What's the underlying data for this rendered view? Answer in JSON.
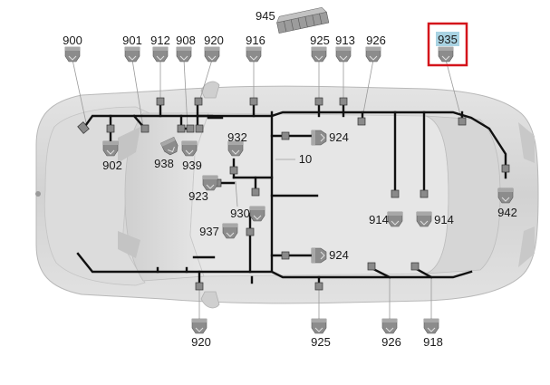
{
  "diagram": {
    "highlight_color": "#d4141b",
    "highlight_fill": "#a9d3e3",
    "labels": {
      "top": [
        "900",
        "901",
        "912",
        "908",
        "920",
        "916",
        "925",
        "913",
        "926",
        "935"
      ],
      "top_part": "945",
      "inner_left": [
        "902",
        "938",
        "939",
        "932",
        "923",
        "930",
        "937"
      ],
      "inner_right": [
        "924",
        "924",
        "914",
        "914",
        "942"
      ],
      "trunk": "10",
      "bottom": [
        "920",
        "925",
        "926",
        "918"
      ]
    },
    "highlighted": "935"
  }
}
